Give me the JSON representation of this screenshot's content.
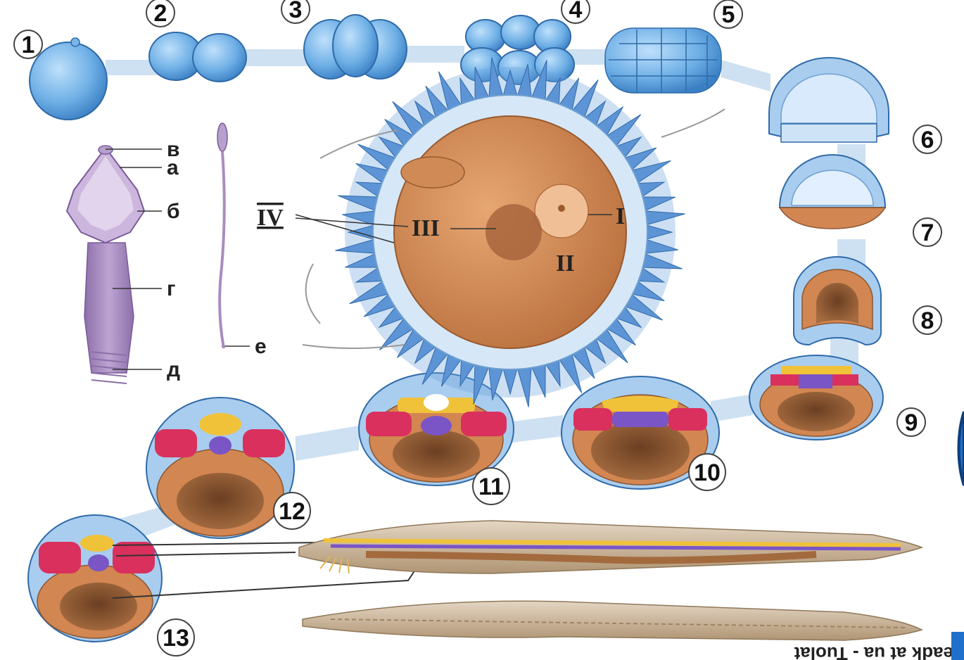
{
  "stage_numbers": [
    "1",
    "2",
    "3",
    "4",
    "5",
    "6",
    "7",
    "8",
    "9",
    "10",
    "11",
    "12",
    "13"
  ],
  "sperm_labels": {
    "v": "в",
    "a": "а",
    "b": "б",
    "g": "г",
    "d": "д",
    "e": "е"
  },
  "egg_labels": {
    "i": "I",
    "ii": "II",
    "iii": "III",
    "iv": "IV"
  },
  "watermark": "eadk at ua - Tuolat",
  "colors": {
    "blastomere": "#6fb0e6",
    "cell_outline": "#3b6fa8",
    "connector": "#cfe3f6",
    "egg_cytoplasm": "#d9915a",
    "zona": "#d6e8f8",
    "follicle": "#5d94d6",
    "endoderm": "#c9834d",
    "yolk": "#8a5632",
    "mesoderm": "#d9305e",
    "neural": "#f0c23a",
    "notochord": "#7a55c6",
    "sperm": "#a98cc0",
    "larva": "#c8ad8a"
  }
}
